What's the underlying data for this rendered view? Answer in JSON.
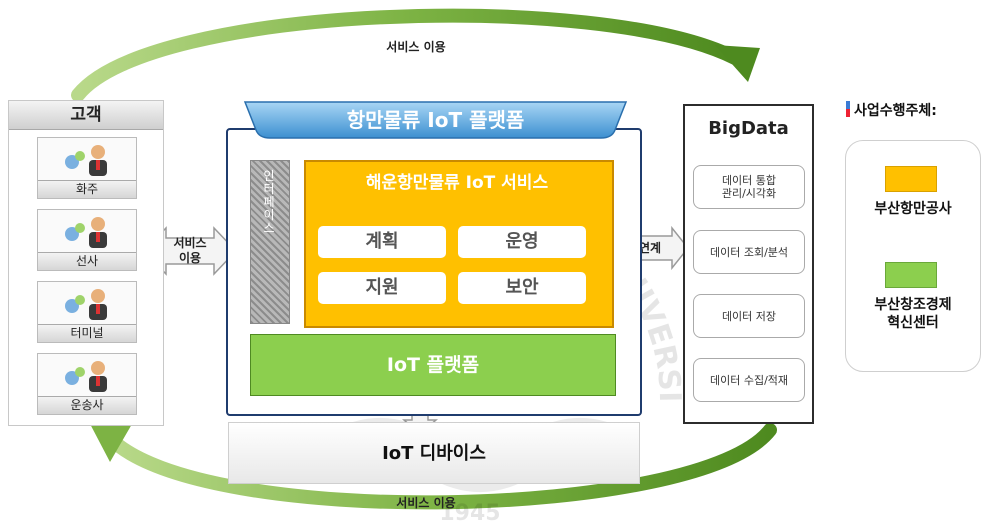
{
  "arrows": {
    "top_service": "서비스 이용",
    "bottom_service": "서비스 이용",
    "left_service": "서비스\n이용",
    "right_link": "연계"
  },
  "customers": {
    "title": "고객",
    "items": [
      "화주",
      "선사",
      "터미널",
      "운송사"
    ]
  },
  "platform": {
    "title": "항만물류 IoT 플랫폼",
    "interface_label": "인\n터\n페\n이\n스",
    "service_title": "해운항만물류 IoT 서비스",
    "services": [
      "계획",
      "운영",
      "지원",
      "보안"
    ],
    "iot_platform": "IoT 플랫폼",
    "iot_device": "IoT 디바이스"
  },
  "bigdata": {
    "title": "BigData",
    "items": [
      "데이터 통합\n관리/시각화",
      "데이터 조회/분석",
      "데이터 저장",
      "데이터 수집/적재"
    ]
  },
  "legend": {
    "title": "사업수행주체:",
    "entries": [
      {
        "label": "부산항만공사",
        "color": "#ffc000"
      },
      {
        "label": "부산창조경제\n혁신센터",
        "color": "#8ccf4e"
      }
    ]
  },
  "watermark": {
    "text": "KOREA MARITIME AND OCEAN UNIVERSITY",
    "year": "1945"
  }
}
